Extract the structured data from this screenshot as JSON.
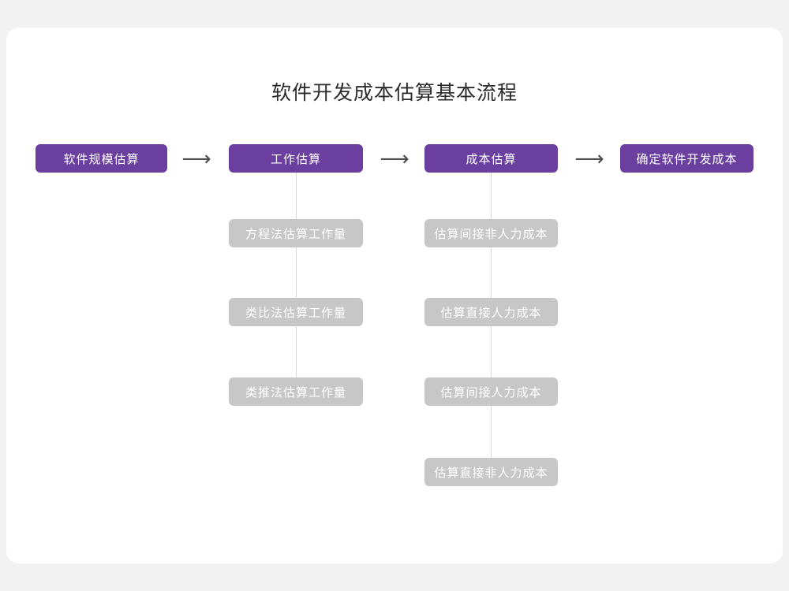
{
  "title": "软件开发成本估算基本流程",
  "flow": {
    "main_steps": [
      {
        "label": "软件规模估算"
      },
      {
        "label": "工作估算"
      },
      {
        "label": "成本估算"
      },
      {
        "label": "确定软件开发成本"
      }
    ],
    "arrow_glyph": "⟶",
    "work_sub_steps": [
      {
        "label": "方程法估算工作量"
      },
      {
        "label": "类比法估算工作量"
      },
      {
        "label": "类推法估算工作量"
      }
    ],
    "cost_sub_steps": [
      {
        "label": "估算间接非人力成本"
      },
      {
        "label": "估算直接人力成本"
      },
      {
        "label": "估算间接人力成本"
      },
      {
        "label": "估算直接非人力成本"
      }
    ]
  },
  "colors": {
    "primary_purple": "#6b3fa0",
    "sub_gray": "#c7c7c7",
    "background": "#f2f2f2",
    "card": "#ffffff",
    "connector": "#d9d9d9",
    "arrow": "#4d4d4d"
  }
}
